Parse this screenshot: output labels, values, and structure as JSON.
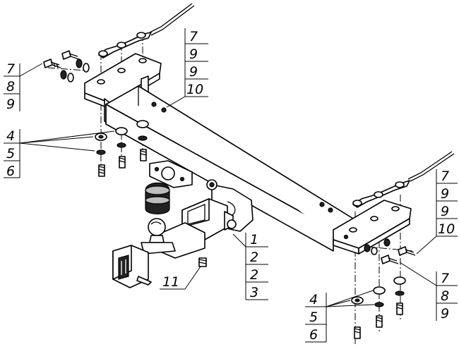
{
  "callouts": {
    "top_left": [
      "7",
      "8",
      "9"
    ],
    "left_mid": [
      "4",
      "5",
      "6"
    ],
    "top_center": [
      "7",
      "9",
      "9",
      "10"
    ],
    "center": [
      "1",
      "2",
      "2",
      "3"
    ],
    "bottom_left": [
      "11"
    ],
    "right_upper": [
      "7",
      "9",
      "9",
      "10"
    ],
    "right_lower": [
      "7",
      "8",
      "9"
    ],
    "bottom_right": [
      "4",
      "5",
      "6"
    ]
  }
}
